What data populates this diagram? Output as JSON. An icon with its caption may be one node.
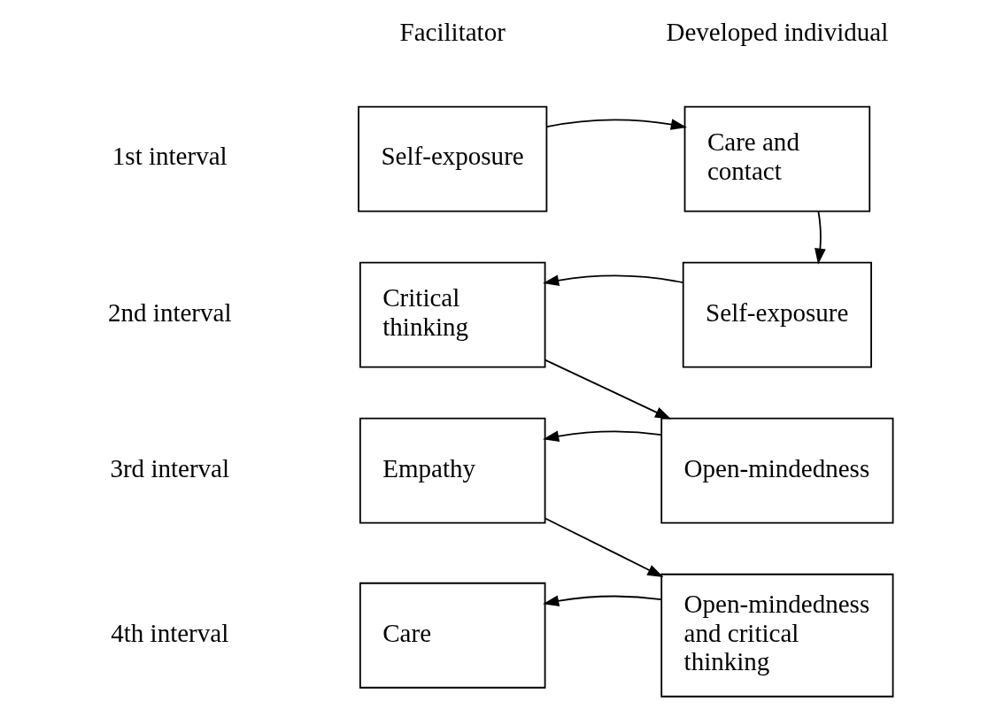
{
  "diagram": {
    "nodes": [
      {
        "text": [
          "Self-exposure"
        ]
      },
      {
        "text": [
          "Care and contact"
        ]
      },
      {
        "text": [
          "Critical thinking"
        ]
      },
      {
        "text": [
          "Self-exposure"
        ]
      },
      {
        "text": [
          "Empathy"
        ]
      },
      {
        "text": [
          "Open-mindedness"
        ]
      },
      {
        "text": [
          "Care"
        ]
      },
      {
        "text": [
          "Open-mindedness and critical thinking"
        ]
      }
    ],
    "edges": [
      {
        "from": 0,
        "to": 1,
        "arrow": "to"
      },
      {
        "from": 1,
        "to": 3,
        "arrow": "to"
      },
      {
        "from": 3,
        "to": 2,
        "arrow": "to"
      },
      {
        "from": 2,
        "to": 5,
        "arrow": "to"
      },
      {
        "from": 5,
        "to": 4,
        "arrow": "to"
      },
      {
        "from": 4,
        "to": 7,
        "arrow": "to"
      },
      {
        "from": 7,
        "to": 6,
        "arrow": "to"
      }
    ],
    "labels": [
      "Facilitator",
      "Developed individual",
      "1st interval",
      "2nd interval",
      "3rd interval",
      "4th interval"
    ]
  }
}
